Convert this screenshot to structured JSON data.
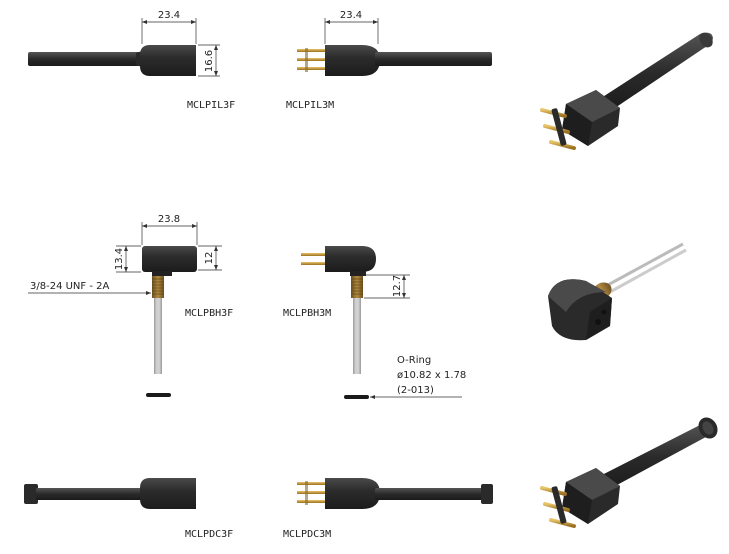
{
  "dimensions": {
    "il3f_width": "23.4",
    "il3f_height": "16.6",
    "il3m_width": "23.4",
    "bh3f_width": "23.8",
    "bh3f_body_height": "13.4",
    "bh3f_height": "12",
    "bh3m_thread_length": "12.7"
  },
  "thread_callout": "3/8-24 UNF - 2A",
  "oring": {
    "title": "O-Ring",
    "size": "ø10.82 x 1.78",
    "code": "(2-013)"
  },
  "parts": {
    "il3f": "MCLPIL3F",
    "il3m": "MCLPIL3M",
    "bh3f": "MCLPBH3F",
    "bh3m": "MCLPBH3M",
    "dc3f": "MCLPDC3F",
    "dc3m": "MCLPDC3M"
  },
  "colors": {
    "body": "#2c2c2c",
    "cable": "#333333",
    "brass": "#8a6a2a",
    "pin": "#c89a38"
  }
}
